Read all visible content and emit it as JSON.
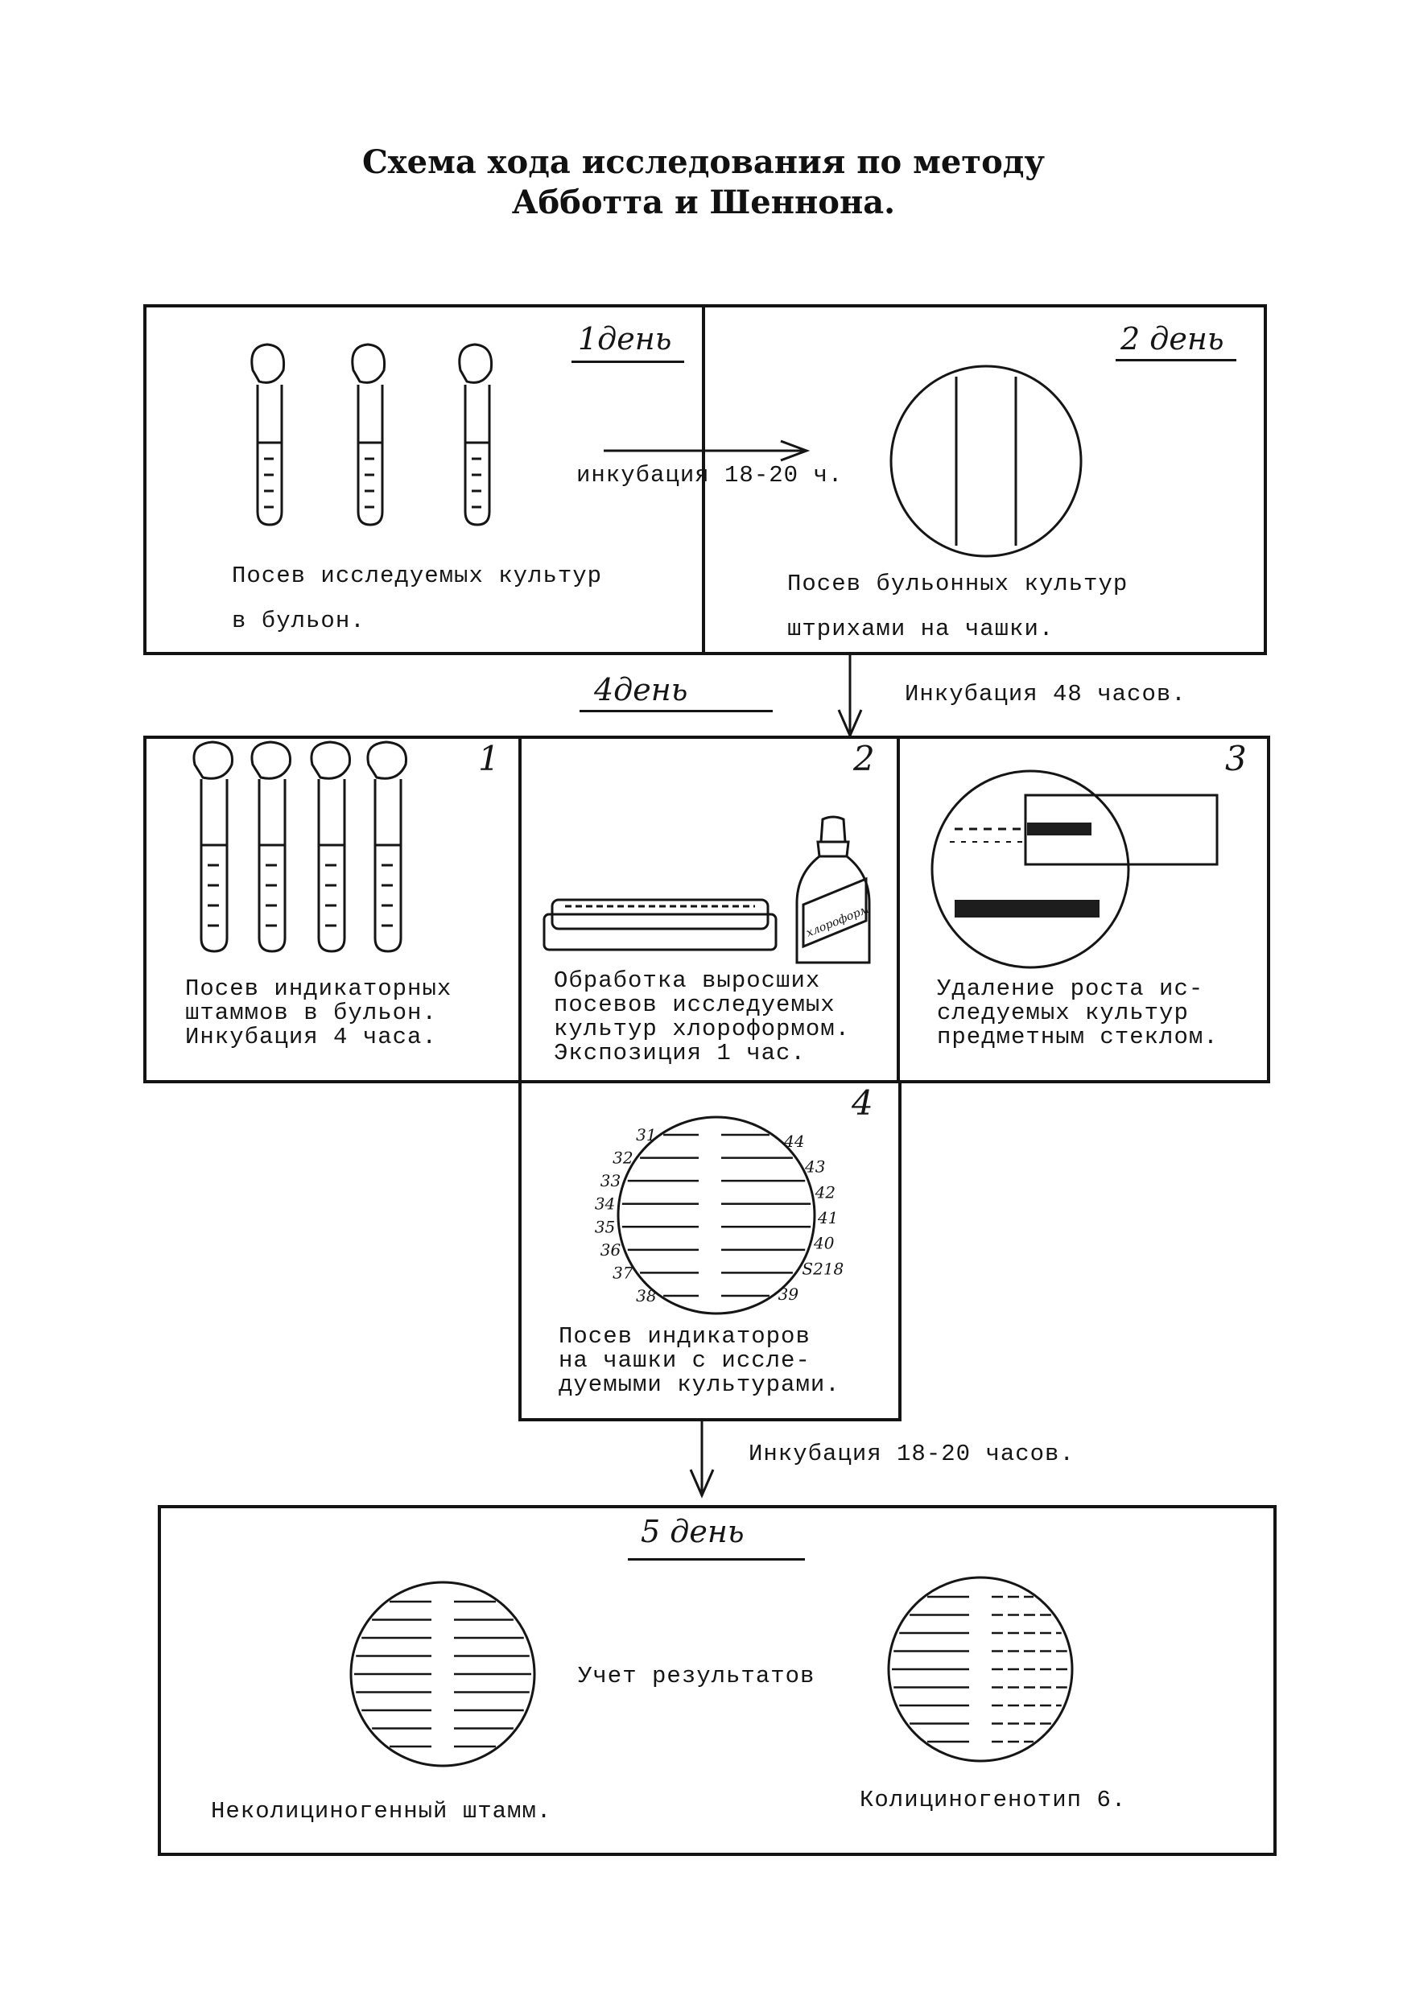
{
  "title": {
    "line1": "Схема хода исследования по методу",
    "line2": "Абботта и Шеннона."
  },
  "day1": {
    "label": "1день",
    "caption": "Посев исследуемых культур\nв бульон."
  },
  "day2": {
    "label": "2 день",
    "caption": "Посев бульонных культур\nштрихами на чашки."
  },
  "arrow_1_2": "инкубация 18-20 ч.",
  "incubation_48": "Инкубация 48 часов.",
  "day4": {
    "label": "4день",
    "step1": {
      "num": "1",
      "caption": "Посев индикаторных\nштаммов в бульон.\nИнкубация 4 часа."
    },
    "step2": {
      "num": "2",
      "caption": "Обработка выросших\nпосевов исследуемых\nкультур хлороформом.\nЭкспозиция 1 час.",
      "bottle_label": "хлороформ"
    },
    "step3": {
      "num": "3",
      "caption": "Удаление роста ис-\nследуемых культур\nпредметным стеклом."
    },
    "step4": {
      "num": "4",
      "caption": "Посев индикаторов\nна чашки с иссле-\nдуемыми культурами.",
      "left_strain_labels": [
        "31",
        "32",
        "33",
        "34",
        "35",
        "36",
        "37",
        "38"
      ],
      "right_strain_labels": [
        "44",
        "43",
        "42",
        "41",
        "40",
        "S218",
        "39"
      ]
    }
  },
  "incubation_18_20": "Инкубация 18-20 часов.",
  "day5": {
    "label": "5 день",
    "center": "Учет результатов",
    "left_caption": "Неколициногенный штамм.",
    "right_caption": "Колициногенотип 6."
  }
}
